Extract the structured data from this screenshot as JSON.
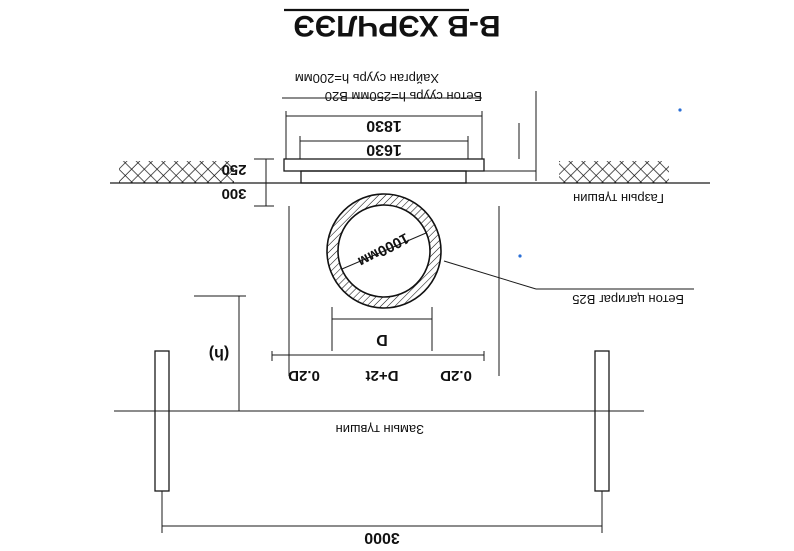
{
  "title": "В-В ХЭРЧЛЭЭ",
  "labels": {
    "top_layer": "Хайрган суурь h=200мм",
    "concrete_base": "Бетон суурь h=250мм B20",
    "ground_level": "Газрын түвшин",
    "concrete_collar": "Бетон цагираг B25",
    "road_level": "Замын түвшин",
    "pipe_diameter": "1000мм"
  },
  "dimensions": {
    "outer_width": "1830",
    "inner_width": "1630",
    "layer_250": "250",
    "layer_300": "300",
    "diameter": "D",
    "trench_width": "D+2t",
    "side_left": "0.2D",
    "side_right": "0.2D",
    "depth": "(h)",
    "post_spacing": "3000"
  },
  "colors": {
    "ink": "#111111",
    "accent_dot": "#2a6fd6"
  }
}
